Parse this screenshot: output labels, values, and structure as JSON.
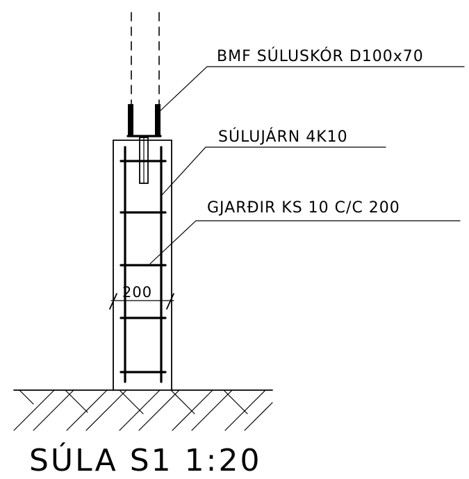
{
  "labels": {
    "column_shoe": "BMF SÚLUSKÓR D100x70",
    "column_rebar": "SÚLUJÁRN 4K10",
    "stirrups": "GJARÐIR KS 10 C/C 200",
    "stirrup_spacing": "200",
    "title": "SÚLA S1 1:20"
  },
  "drawing": {
    "stroke_color": "#000000",
    "background": "#ffffff"
  }
}
